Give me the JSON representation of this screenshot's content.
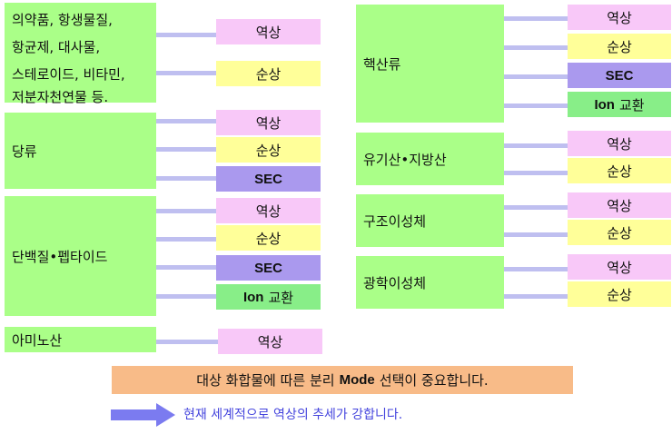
{
  "left_categories": [
    {
      "lines": [
        "의약품, 항생물질,",
        "항균제, 대사물,",
        "스테로이드, 비타민,",
        "저분자천연물 등."
      ]
    },
    {
      "label": "당류"
    },
    {
      "label": "단백질•펩타이드"
    },
    {
      "label": "아미노산"
    }
  ],
  "right_categories": [
    {
      "label": "핵산류"
    },
    {
      "label": "유기산•지방산"
    },
    {
      "label": "구조이성체"
    },
    {
      "label": "광학이성체"
    }
  ],
  "modes": {
    "rp": "역상",
    "np": "순상",
    "sec": "SEC",
    "ion_latin": "Ion",
    "ion_korean": "교환"
  },
  "footer": {
    "note_before": "대상 화합물에 따른 분리",
    "note_mode": "Mode",
    "note_after": "선택이 중요합니다.",
    "trend": "현재 세계적으로 역상의 추세가 강합니다."
  },
  "colors": {
    "category": "#aaff88",
    "reverse_phase": "#f8c8f8",
    "normal_phase": "#ffff99",
    "sec": "#aa99ee",
    "ion_exchange": "#88ee88",
    "connector": "#bfbff0",
    "note": "#f8bb88",
    "trend_text": "#4444dd"
  }
}
